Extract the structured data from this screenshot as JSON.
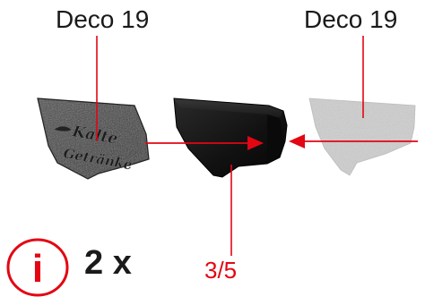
{
  "labels": {
    "left_part": "Deco 19",
    "right_part": "Deco 19",
    "part_number": "3/5",
    "quantity": "2 x",
    "info_glyph": "i"
  },
  "decor_text": {
    "leather_patch_text": "Kalte Getränke"
  },
  "icons": {
    "info": "info-icon"
  },
  "colors": {
    "accent": "#e30613",
    "label_text": "#1a1a1a",
    "leather_patch": "#3a3a3a",
    "black_piece": "#141414",
    "gray_piece": "#cfcfcf"
  }
}
